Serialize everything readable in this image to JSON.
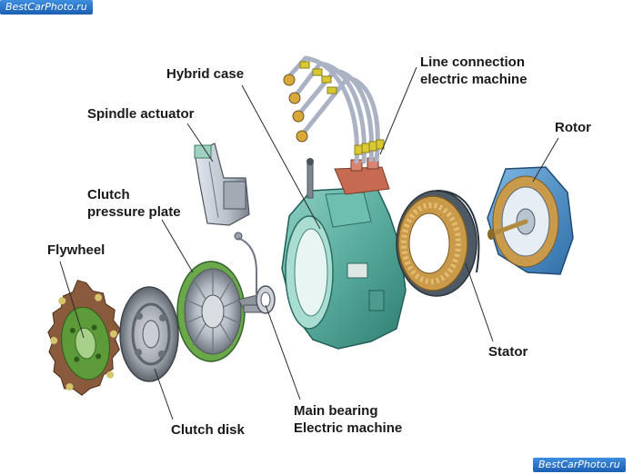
{
  "watermark": "BestCarPhoto.ru",
  "labels": {
    "hybrid_case": "Hybrid case",
    "line_connection_1": "Line connection",
    "line_connection_2": "electric machine",
    "spindle_actuator": "Spindle actuator",
    "rotor": "Rotor",
    "clutch_pressure_plate_1": "Clutch",
    "clutch_pressure_plate_2": "pressure plate",
    "flywheel": "Flywheel",
    "stator": "Stator",
    "main_bearing_1": "Main bearing",
    "main_bearing_2": "Electric machine",
    "clutch_disk": "Clutch disk"
  },
  "colors": {
    "background": "#ffffff",
    "leader_line": "#2a2a2a",
    "housing_teal": "#5fb3a6",
    "flywheel_brown": "#8a5a3c",
    "flywheel_green": "#5d9b3a",
    "disk_grey": "#8e939a",
    "copper": "#c99a4a",
    "rotor_blue": "#4a8fc8",
    "cable_grey": "#aab2c4",
    "connector_yellow": "#d8c932",
    "actuator_grey": "#c6cdd6",
    "watermark_blue": "#2a74cc"
  }
}
